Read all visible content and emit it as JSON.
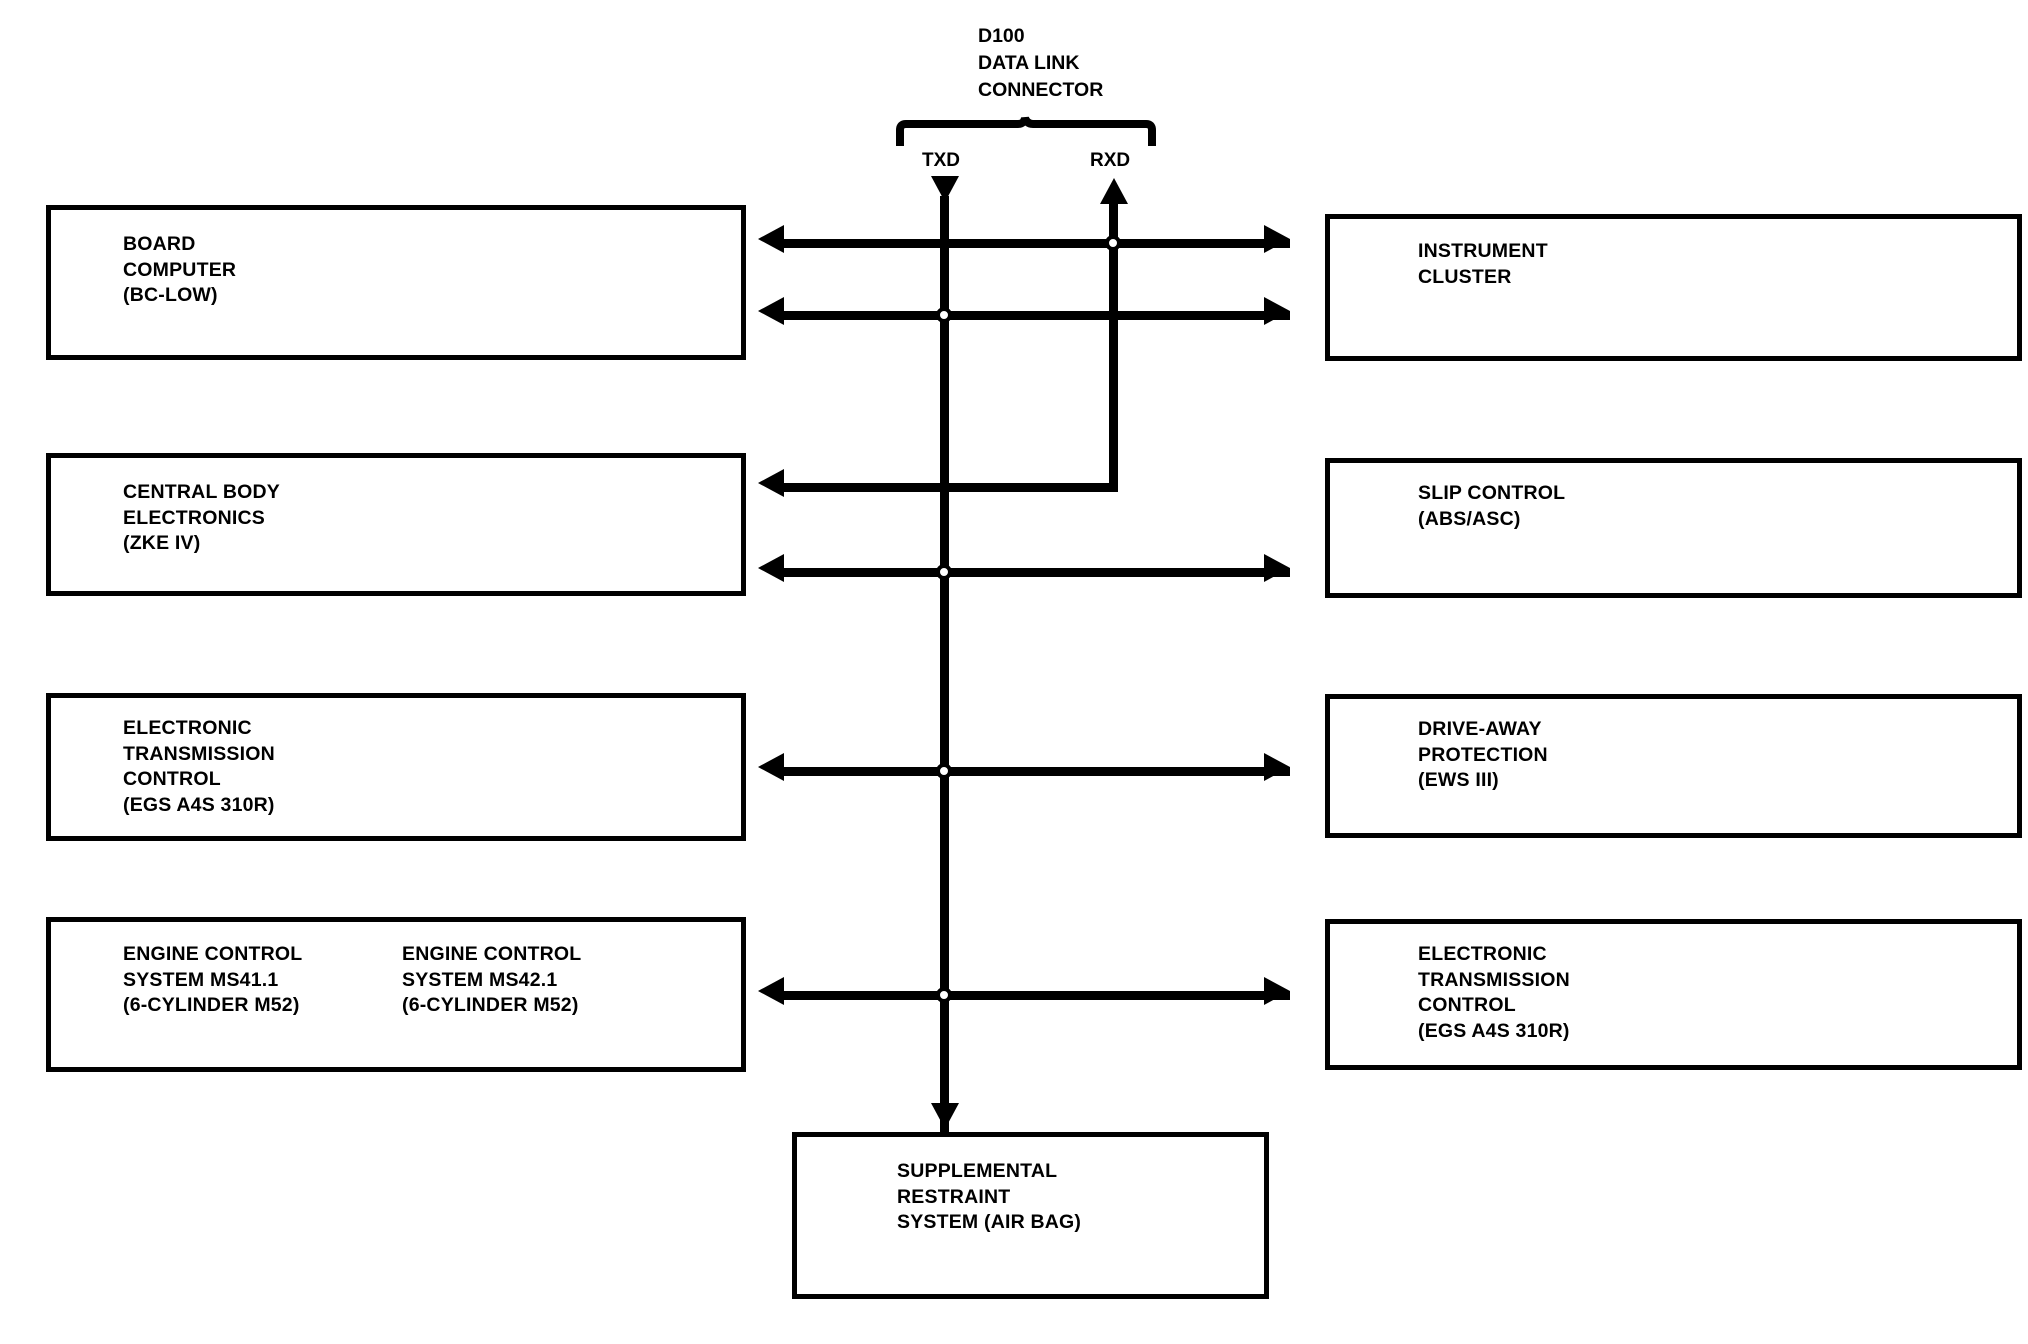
{
  "diagram": {
    "title": {
      "line1": "D100",
      "line2": "DATA LINK",
      "line3": "CONNECTOR"
    },
    "pins": [
      {
        "name": "txd",
        "label": "TXD"
      },
      {
        "name": "rxd",
        "label": "RXD"
      }
    ],
    "left_nodes": [
      {
        "id": "board-computer",
        "lines": [
          "BOARD",
          "COMPUTER",
          "(BC-LOW)"
        ],
        "second_column": []
      },
      {
        "id": "central-body-electronics",
        "lines": [
          "CENTRAL BODY",
          "ELECTRONICS",
          "(ZKE IV)"
        ],
        "second_column": []
      },
      {
        "id": "electronic-transmission-control",
        "lines": [
          "ELECTRONIC",
          "TRANSMISSION",
          "CONTROL",
          "(EGS A4S 310R)"
        ],
        "second_column": []
      },
      {
        "id": "engine-control-system",
        "lines": [
          "ENGINE CONTROL",
          "SYSTEM MS41.1",
          "(6-CYLINDER M52)"
        ],
        "second_column": [
          "ENGINE CONTROL",
          "SYSTEM MS42.1",
          "(6-CYLINDER M52)"
        ]
      }
    ],
    "right_nodes": [
      {
        "id": "instrument-cluster",
        "lines": [
          "INSTRUMENT",
          "CLUSTER"
        ]
      },
      {
        "id": "slip-control",
        "lines": [
          "SLIP CONTROL",
          "(ABS/ASC)"
        ]
      },
      {
        "id": "drive-away-protection",
        "lines": [
          "DRIVE-AWAY",
          "PROTECTION",
          "(EWS III)"
        ]
      },
      {
        "id": "electronic-transmission-control-right",
        "lines": [
          "ELECTRONIC",
          "TRANSMISSION",
          "CONTROL",
          "(EGS A4S 310R)"
        ]
      }
    ],
    "bottom_node": {
      "id": "supplemental-restraint-system",
      "lines": [
        "SUPPLEMENTAL",
        "RESTRAINT",
        "SYSTEM (AIR BAG)"
      ]
    },
    "colors": {
      "line": "#000000",
      "background": "#ffffff",
      "text": "#000000"
    }
  }
}
